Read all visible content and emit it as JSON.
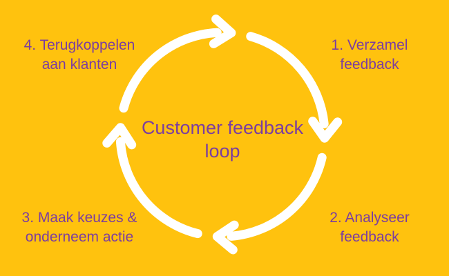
{
  "diagram": {
    "title": "Customer feedback\nloop",
    "steps": [
      {
        "position": "top-right",
        "label": "1. Verzamel\nfeedback"
      },
      {
        "position": "bottom-right",
        "label": "2. Analyseer\nfeedback"
      },
      {
        "position": "bottom-left",
        "label": "3. Maak keuzes &\nonderneem actie"
      },
      {
        "position": "top-left",
        "label": "4. Terugkoppelen\naan klanten"
      }
    ],
    "cycle_direction": "clockwise",
    "colors": {
      "background": "#ffc20e",
      "text": "#7b3da0",
      "arrows": "#ffffff"
    }
  }
}
